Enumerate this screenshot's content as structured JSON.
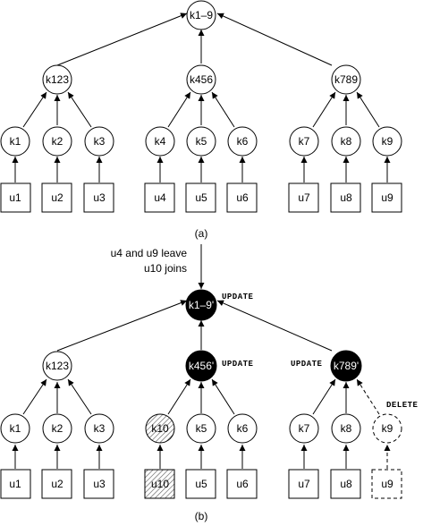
{
  "part_a": {
    "caption": "(a)",
    "root": "k1–9",
    "middle": [
      "k123",
      "k456",
      "k789"
    ],
    "keys": [
      "k1",
      "k2",
      "k3",
      "k4",
      "k5",
      "k6",
      "k7",
      "k8",
      "k9"
    ],
    "users": [
      "u1",
      "u2",
      "u3",
      "u4",
      "u5",
      "u6",
      "u7",
      "u8",
      "u9"
    ]
  },
  "part_b": {
    "caption": "(b)",
    "event_line1": "u4 and u9 leave",
    "event_line2": "u10 joins",
    "root": "k1–9'",
    "middle": [
      "k123",
      "k456'",
      "k789'"
    ],
    "keys": [
      "k1",
      "k2",
      "k3",
      "k10",
      "k5",
      "k6",
      "k7",
      "k8",
      "k9"
    ],
    "users": [
      "u1",
      "u2",
      "u3",
      "u10",
      "u5",
      "u6",
      "u7",
      "u8",
      "u9"
    ],
    "update_label": "UPDATE",
    "delete_label": "DELETE"
  }
}
